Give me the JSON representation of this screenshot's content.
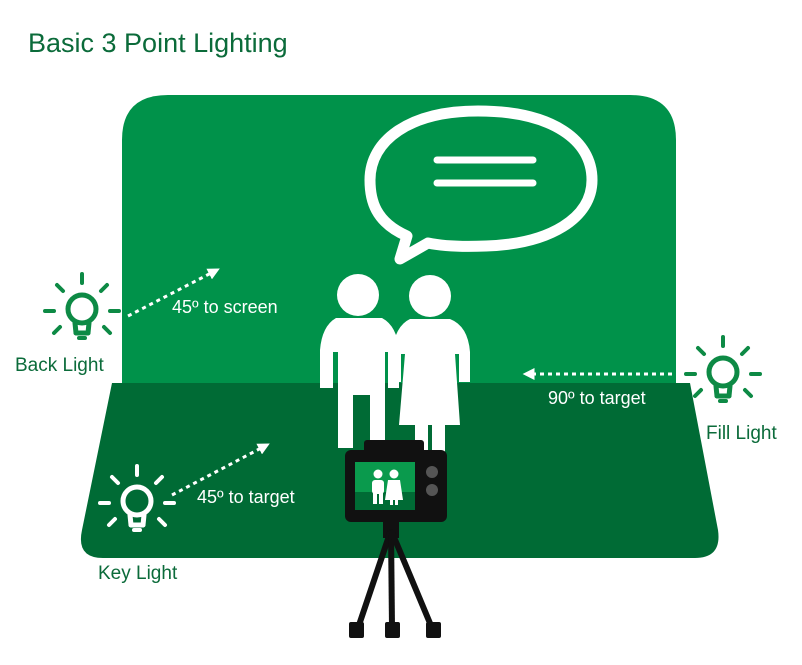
{
  "title": "Basic 3 Point Lighting",
  "lights": {
    "back": {
      "name": "Back Light",
      "angle": "45º to screen"
    },
    "key": {
      "name": "Key Light",
      "angle": "45º to target"
    },
    "fill": {
      "name": "Fill Light",
      "angle": "90º to target"
    }
  },
  "colors": {
    "backdrop": "#00924a",
    "floor": "#006b35",
    "text": "#0b6b3a",
    "figures": "#ffffff",
    "camera": "#111111"
  },
  "icons": [
    "lightbulb-icon",
    "speech-bubble-icon",
    "person-icon",
    "camera-icon",
    "tripod-icon"
  ]
}
